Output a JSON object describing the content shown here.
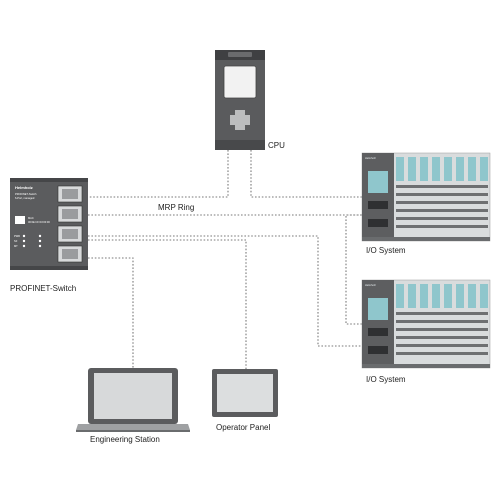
{
  "labels": {
    "cpu": "CPU",
    "mrp_ring": "MRP Ring",
    "switch": "PROFINET-Switch",
    "io_system_1": "I/O System",
    "io_system_2": "I/O System",
    "engineering_station": "Engineering Station",
    "operator_panel": "Operator Panel"
  },
  "switch_device": {
    "brand": "Helmholz",
    "model": "PROFINET-Switch",
    "model_sub": "6-Port, managed",
    "mac": "MAC",
    "mac_value": "00:0E:CF:03:00:00",
    "port_labels": [
      "PWR",
      "SF",
      "MT"
    ]
  },
  "io_brand": "Helmholz",
  "colors": {
    "device_gray": "#58595b",
    "device_dark": "#3c3d3f",
    "io_teal": "#8fc6cc",
    "io_panel": "#dde0e1",
    "link_line": "#7a7a7a"
  }
}
